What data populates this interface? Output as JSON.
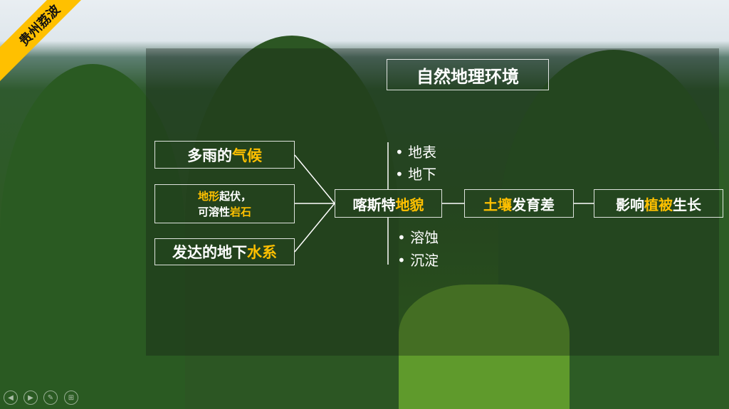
{
  "ribbon": "贵州荔波",
  "title": "自然地理环境",
  "causes": [
    {
      "a": "多雨的",
      "b": "气候"
    },
    {
      "a1": "地形",
      "a2": "起伏，",
      "b1": "可溶性",
      "b2": "岩石"
    },
    {
      "a": "发达的地下",
      "b": "水系"
    }
  ],
  "center": {
    "a": "喀斯特",
    "b": "地貌"
  },
  "top_bullets": [
    "地表",
    "地下"
  ],
  "bottom_bullets": [
    "溶蚀",
    "沉淀"
  ],
  "soil": {
    "a": "土壤",
    "b": "发育差"
  },
  "effect": {
    "a": "影响",
    "b": "植被",
    "c": "生长"
  },
  "nav": [
    "◀",
    "▶",
    "✎",
    "⊞"
  ]
}
